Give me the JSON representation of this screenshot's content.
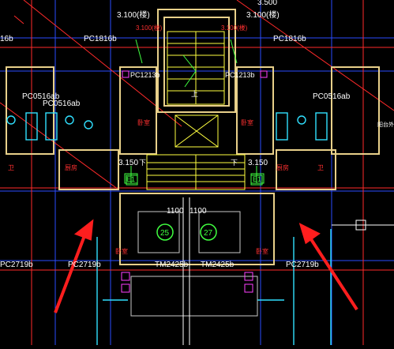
{
  "labels": {
    "level_left": "3.100(楼)",
    "level_right": "3.100(楼)",
    "level_top_right": "3.500",
    "level_mid_left": "3.150",
    "level_mid_right": "3.150",
    "pc1816_left": "PC1816b",
    "pc1816_right": "PC1816b",
    "pc1816_edge": "16b",
    "pc0516_left_a": "PC0516ab",
    "pc0516_left_b": "PC0516ab",
    "pc0516_right": "PC0516ab",
    "pc1213_left": "PC1213b",
    "pc1213_right": "PC1213b",
    "pc2719_left_a": "PC2719b",
    "pc2719_left_b": "PC2719b",
    "pc2719_right": "PC2719b",
    "tm_left": "TM2425b",
    "tm_right": "TM2425b",
    "dim_left": "1100",
    "dim_right": "1100",
    "elev_left": "E1",
    "elev_right": "E1",
    "circle_left": "25",
    "circle_right": "27",
    "up_mark": "上",
    "down_mark_left": "下",
    "down_mark_right": "下",
    "room_left": "卧室",
    "room_right": "卧室",
    "room_mid_left": "卧室",
    "room_mid_right": "卧室",
    "kitchen_left": "厨房",
    "kitchen_right": "厨房",
    "small_left": "卫",
    "small_right": "卫",
    "side_note": "阳台外墙"
  }
}
